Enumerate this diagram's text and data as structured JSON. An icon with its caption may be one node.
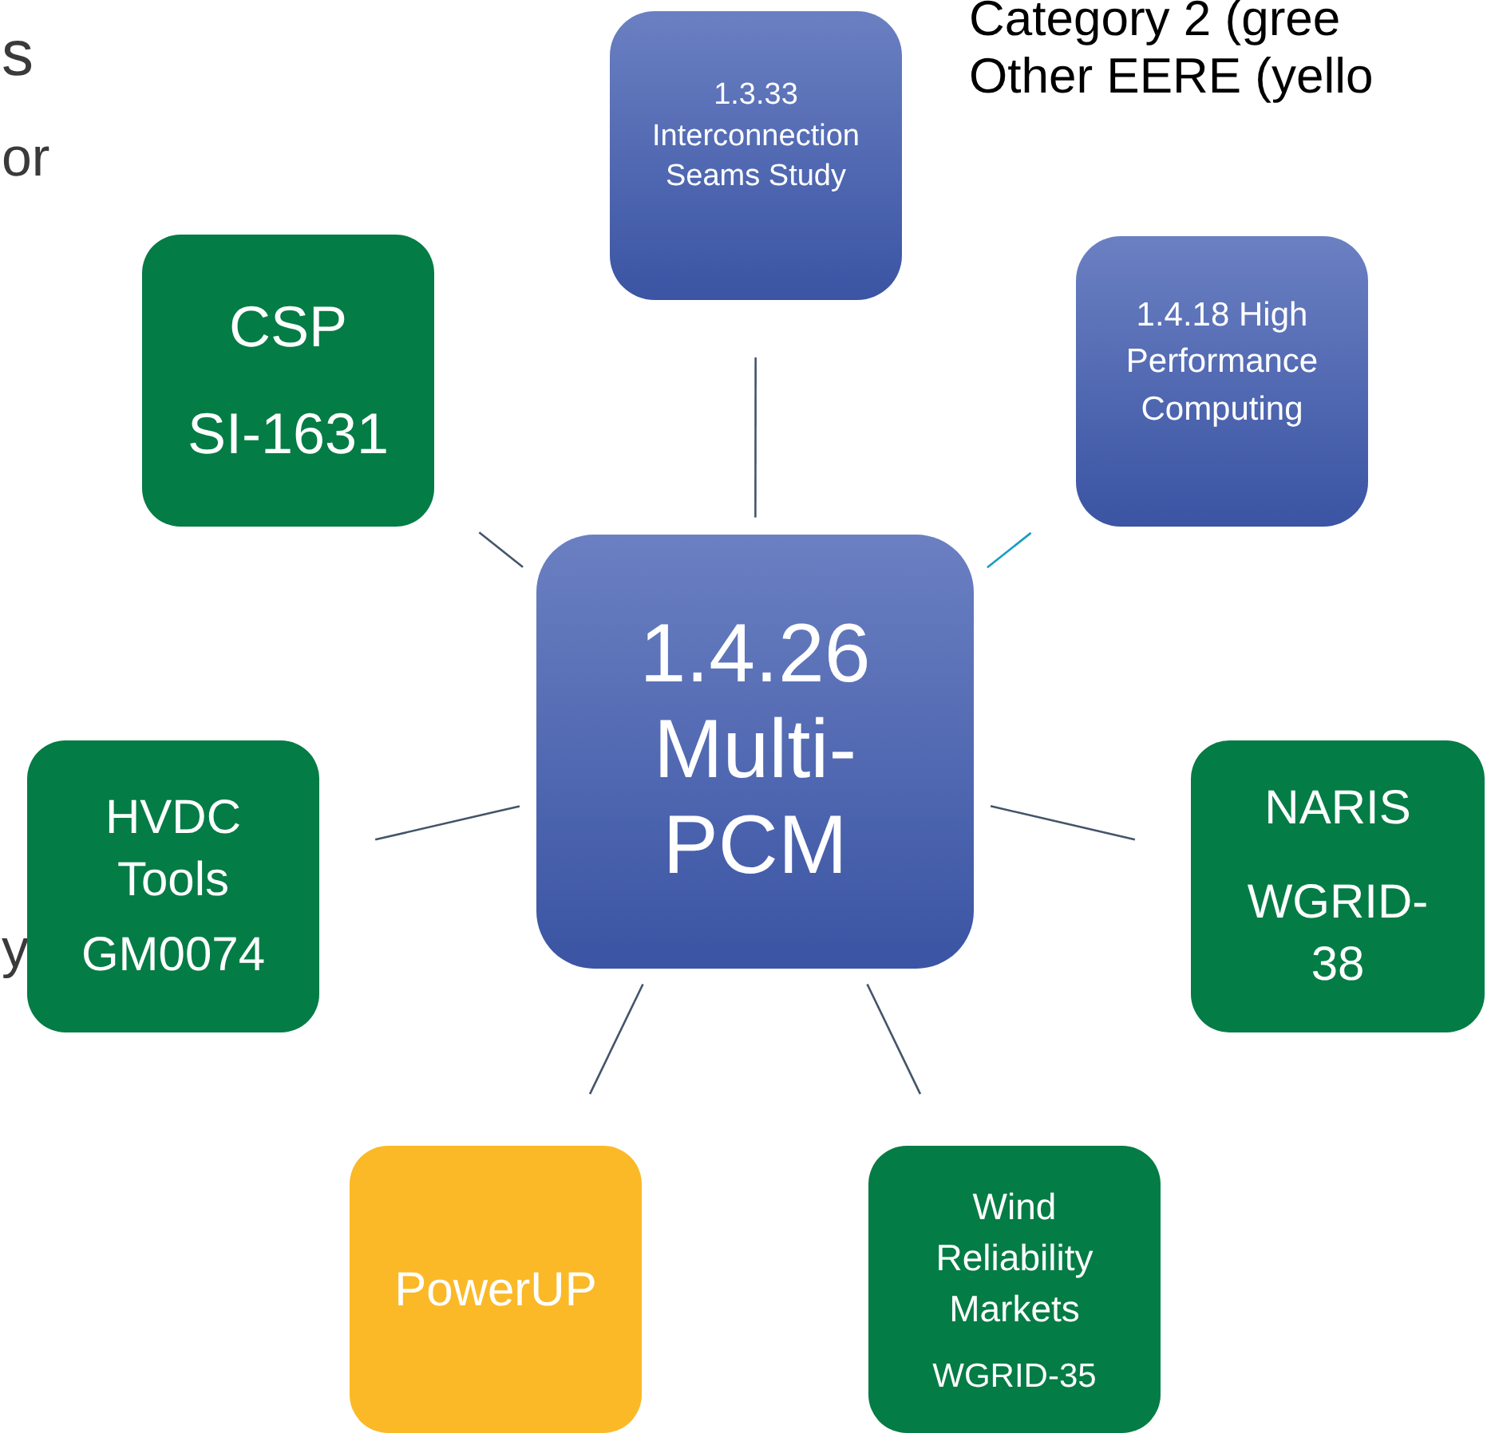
{
  "diagram": {
    "nodes": [
      {
        "text": [
          "1.4.26 Multi-PCM"
        ]
      },
      {
        "text": [
          "1.3.33 Interconnection Seams Study"
        ]
      },
      {
        "text": [
          "1.4.18 High Performance Computing"
        ]
      },
      {
        "text": [
          "CSP",
          "SI-1631"
        ]
      },
      {
        "text": [
          "HVDC Tools",
          "GM0074"
        ]
      },
      {
        "text": [
          "NARIS",
          "WGRID-38"
        ]
      },
      {
        "text": [
          "PowerUP"
        ]
      },
      {
        "text": [
          "Wind Reliability Markets",
          "WGRID-35"
        ]
      }
    ],
    "edges": [
      {
        "from": 0,
        "to": 1,
        "arrow": "none"
      },
      {
        "from": 0,
        "to": 2,
        "arrow": "none",
        "color": "#1a9bc4"
      },
      {
        "from": 0,
        "to": 3,
        "arrow": "none"
      },
      {
        "from": 0,
        "to": 4,
        "arrow": "none"
      },
      {
        "from": 0,
        "to": 5,
        "arrow": "none"
      },
      {
        "from": 0,
        "to": 6,
        "arrow": "none"
      },
      {
        "from": 0,
        "to": 7,
        "arrow": "none"
      }
    ],
    "labels": [
      "s",
      "or",
      "y",
      "Category 2 (gree",
      "Other EERE (yello"
    ]
  }
}
